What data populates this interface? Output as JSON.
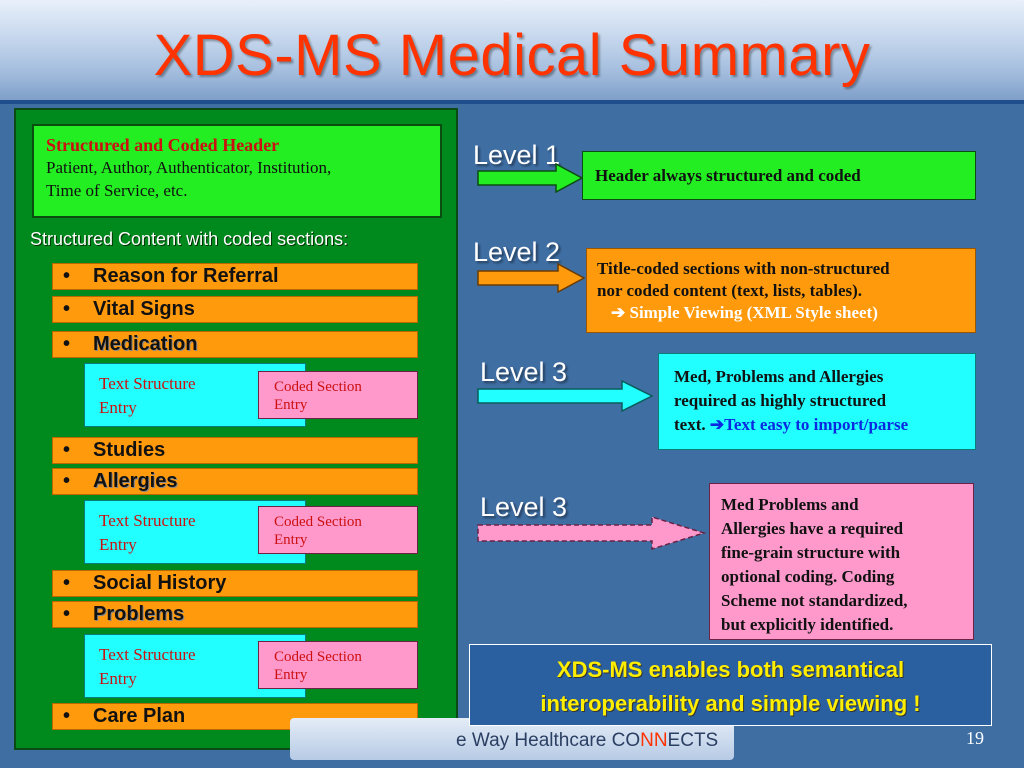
{
  "slide": {
    "title": "XDS-MS Medical Summary",
    "page_number": "19"
  },
  "left_panel": {
    "header_box": {
      "title": "Structured and Coded Header",
      "subtitle_line1": "Patient, Author, Authenticator, Institution,",
      "subtitle_line2": "Time of Service, etc."
    },
    "section_label": "Structured Content with coded sections:",
    "bullet": "•",
    "sections": [
      "Reason for Referral",
      "Vital Signs",
      "Medication",
      "Studies",
      "Allergies",
      "Social History",
      "Problems",
      "Care Plan"
    ],
    "entry": {
      "text_structure_line1": "Text Structure",
      "text_structure_line2": "Entry",
      "coded_section_line1": "Coded Section",
      "coded_section_line2": "Entry"
    }
  },
  "levels": [
    {
      "label": "Level 1",
      "text": "Header always structured and coded"
    },
    {
      "label": "Level 2",
      "line1": "Title-coded sections with non-structured",
      "line2": "nor coded content (text, lists, tables).",
      "link_symbol": "➔",
      "link": "Simple Viewing (XML Style sheet)"
    },
    {
      "label": "Level 3",
      "line1": "Med, Problems and Allergies",
      "line2": "required as highly structured",
      "line3_prefix": "text.",
      "link_symbol": "➔",
      "link": "Text easy to import/parse"
    },
    {
      "label": "Level 3",
      "lines": [
        "Med Problems and",
        "Allergies have a required",
        "fine-grain structure with",
        "optional coding.  Coding",
        "Scheme not standardized,",
        "but explicitly identified."
      ]
    }
  ],
  "summary": {
    "line1": "XDS-MS enables both semantical",
    "line2": "interoperability and simple viewing !"
  },
  "banner": {
    "prefix": "e Way Healthcare",
    "brand_co": "CO",
    "brand_nn": "NN",
    "brand_ects": "ECTS"
  },
  "colors": {
    "title": "#ff3300",
    "panel_green": "#008a1e",
    "bright_green": "#22ee22",
    "orange": "#ff9a0c",
    "cyan": "#22ffff",
    "pink": "#ff99cc",
    "summary_text": "#ffee00"
  }
}
